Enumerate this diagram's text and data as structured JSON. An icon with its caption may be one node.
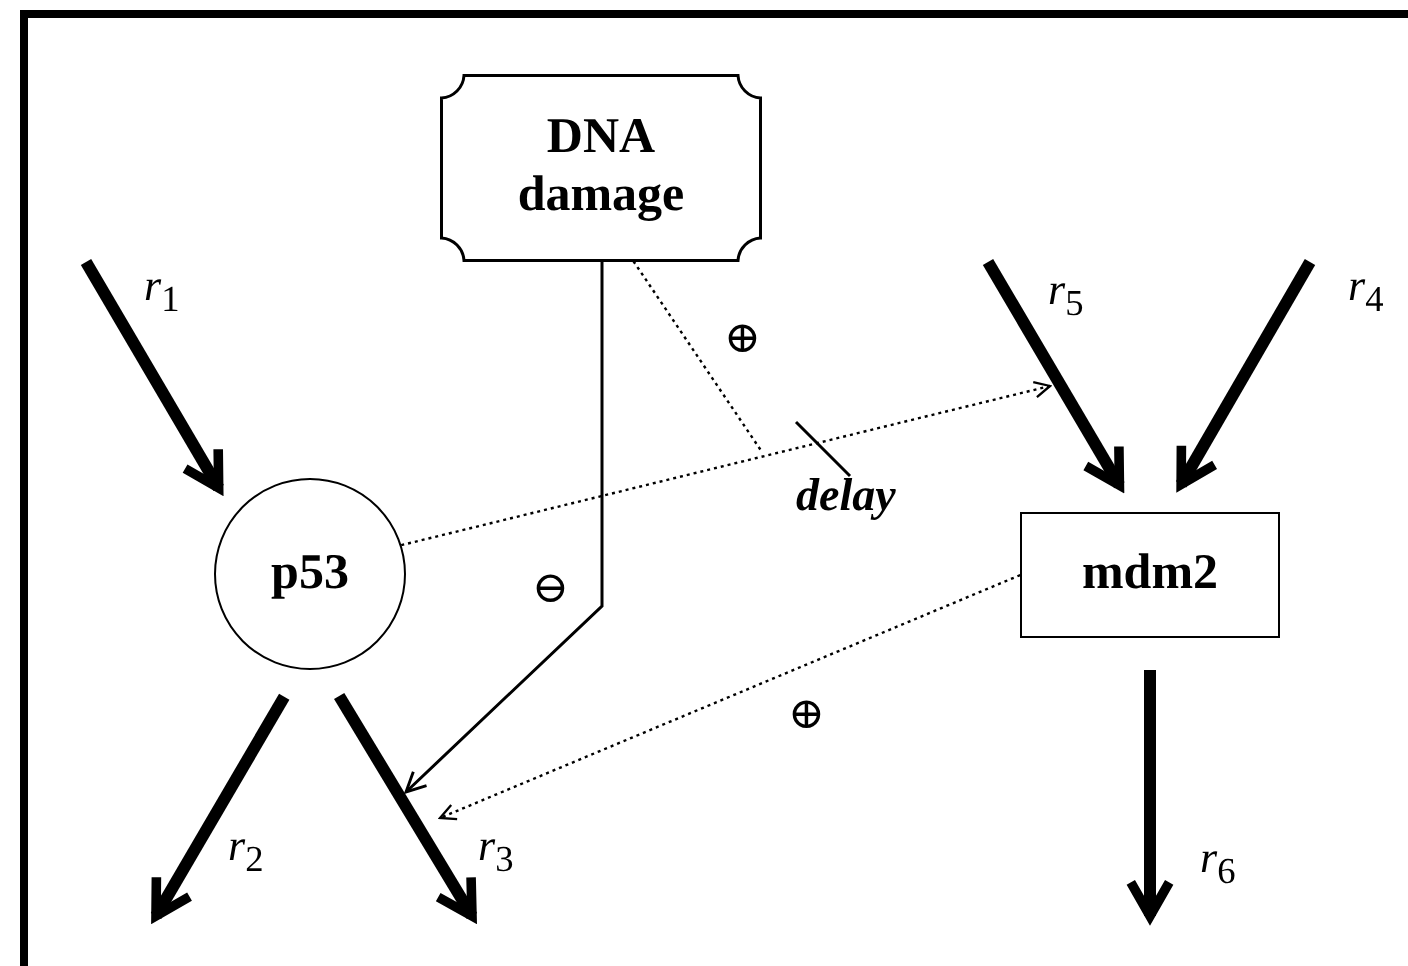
{
  "diagram": {
    "nodes": [
      {
        "text": [
          "DNA damage"
        ]
      },
      {
        "text": [
          "p53"
        ]
      },
      {
        "text": [
          "mdm2"
        ]
      }
    ],
    "edges": [
      {
        "from": null,
        "to": 1,
        "arrow": "to",
        "label": "*r*$_{1}$"
      },
      {
        "from": 1,
        "to": null,
        "arrow": "to",
        "label": "*r*$_{2}$"
      },
      {
        "from": 1,
        "to": null,
        "arrow": "to",
        "label": "*r*$_{3}$"
      },
      {
        "from": null,
        "to": 2,
        "arrow": "to",
        "label": "*r*$_{4}$"
      },
      {
        "from": null,
        "to": 2,
        "arrow": "to",
        "label": "*r*$_{5}$"
      },
      {
        "from": 2,
        "to": null,
        "arrow": "to",
        "label": "*r*$_{6}$"
      },
      {
        "from": 0,
        "to": null,
        "arrow": "to",
        "label": "⊖"
      },
      {
        "from": 1,
        "to": null,
        "arrow": "to",
        "label": "delay",
        "style": "dashed"
      },
      {
        "from": 0,
        "to": null,
        "arrow": "none",
        "label": "⊕",
        "style": "dashed"
      },
      {
        "from": 2,
        "to": null,
        "arrow": "to",
        "label": "⊕",
        "style": "dashed"
      }
    ]
  }
}
